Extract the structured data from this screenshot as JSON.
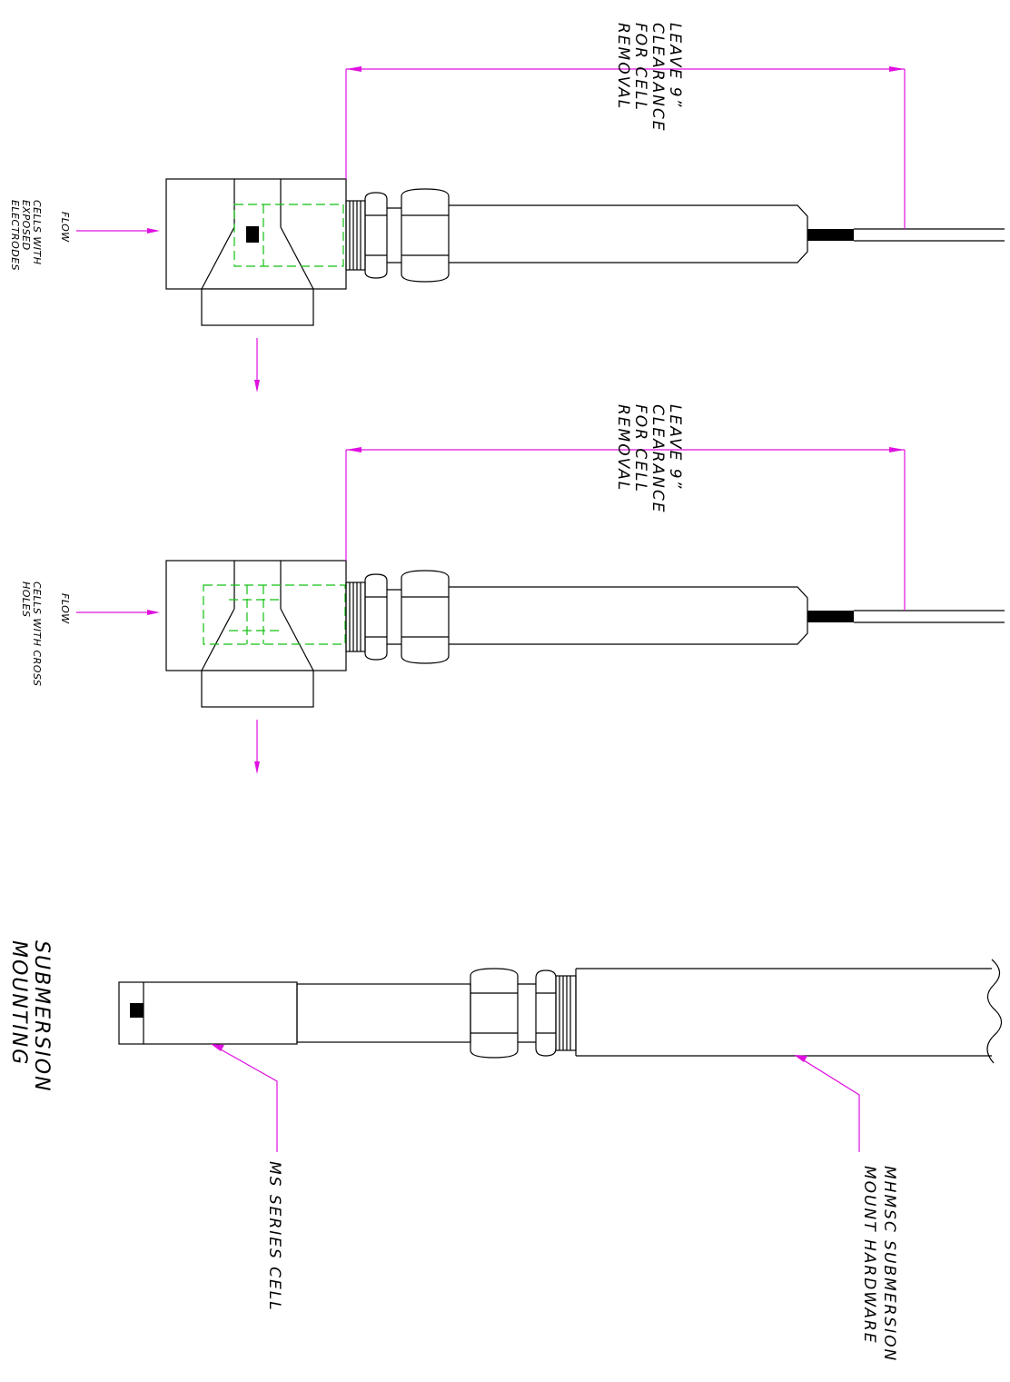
{
  "top_view": {
    "flow_label": "FLOW",
    "cell_type_lines": [
      "CELLS WITH",
      "EXPOSED",
      "ELECTRODES"
    ],
    "clearance_lines": [
      "LEAVE 9”",
      "CLEARANCE",
      "FOR CELL",
      "REMOVAL"
    ]
  },
  "middle_view": {
    "flow_label": "FLOW",
    "cell_type_lines": [
      "CELLS WITH CROSS",
      "HOLES"
    ],
    "clearance_lines": [
      "LEAVE 9”",
      "CLEARANCE",
      "FOR CELL",
      "REMOVAL"
    ]
  },
  "bottom_view": {
    "title_lines": [
      "SUBMERSION",
      "MOUNTING"
    ],
    "cell_callout": "MS SERIES CELL",
    "hardware_callout_lines": [
      "MHMSC SUBMERSION",
      "MOUNT HARDWARE"
    ]
  },
  "colors": {
    "dimension_lines": "#e010e0",
    "hidden_lines": "#10c010",
    "outline": "#000000"
  }
}
